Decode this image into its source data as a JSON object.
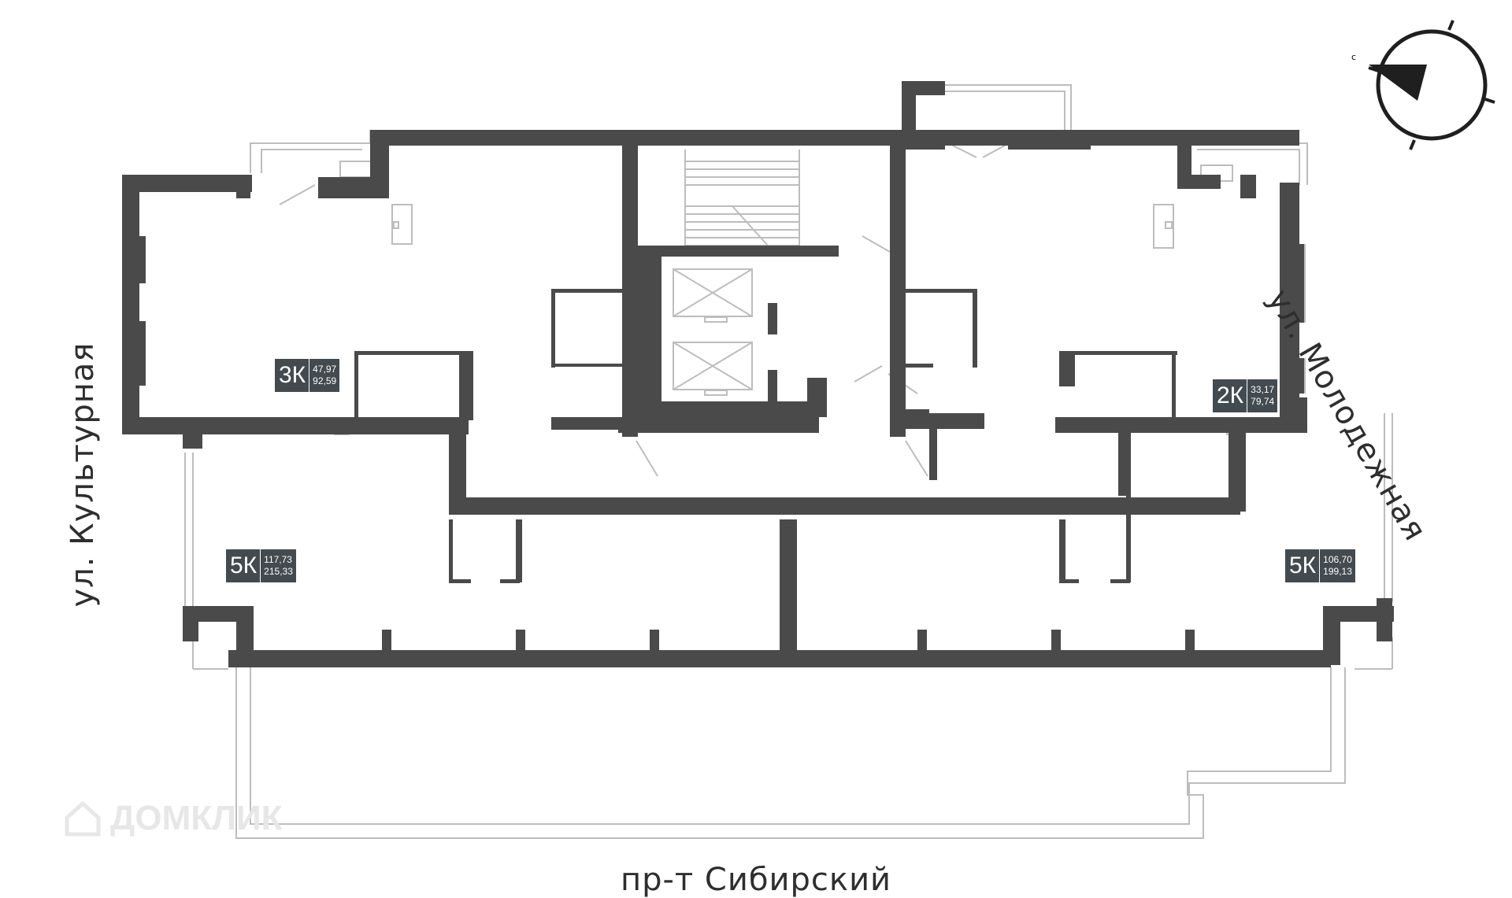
{
  "streets": {
    "left": "ул. Культурная",
    "right": "ул. Молодежная",
    "bottom": "пр-т Сибирский"
  },
  "compass": {
    "north_label": "с"
  },
  "apartments": [
    {
      "rooms": "3К",
      "living_area": "47,97",
      "total_area": "92,59"
    },
    {
      "rooms": "2К",
      "living_area": "33,17",
      "total_area": "79,74"
    },
    {
      "rooms": "5К",
      "living_area": "117,73",
      "total_area": "215,33"
    },
    {
      "rooms": "5К",
      "living_area": "106,70",
      "total_area": "199,13"
    }
  ],
  "watermark": {
    "text": "ДОМКЛИК"
  },
  "colors": {
    "wall": "#4a4a4a",
    "badge": "#434a50",
    "thin_line": "#b0b0b0"
  }
}
